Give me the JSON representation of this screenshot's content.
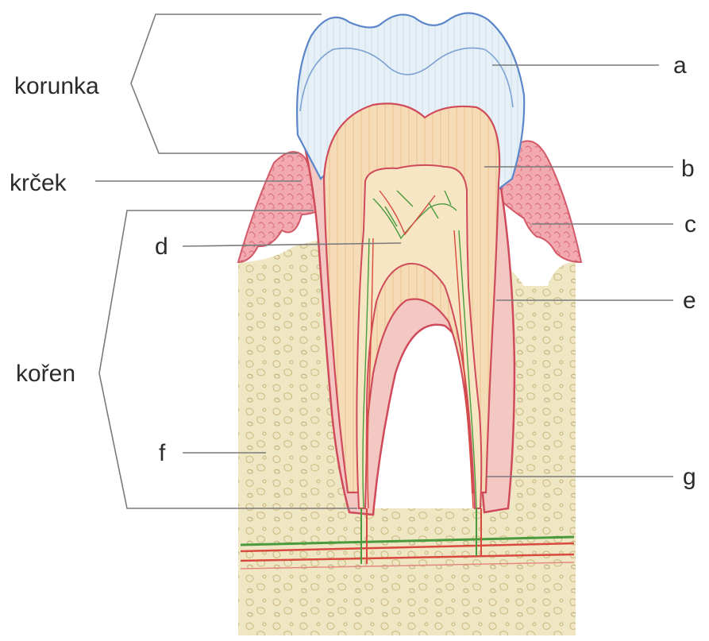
{
  "labels": {
    "korunka": "korunka",
    "krcek": "krček",
    "koren": "kořen",
    "a": "a",
    "b": "b",
    "c": "c",
    "d": "d",
    "e": "e",
    "f": "f",
    "g": "g"
  },
  "colors": {
    "enamel": "#dfeef7",
    "enamel_edge": "#5b86c9",
    "dentin": "#f4d9b0",
    "dentin_edge": "#cf4a5a",
    "pulp": "#f3c7c2",
    "gum": "#e98b94",
    "bone": "#efe7c4",
    "nerve_green": "#4a9a3e",
    "vessel_red": "#d84a3e"
  }
}
